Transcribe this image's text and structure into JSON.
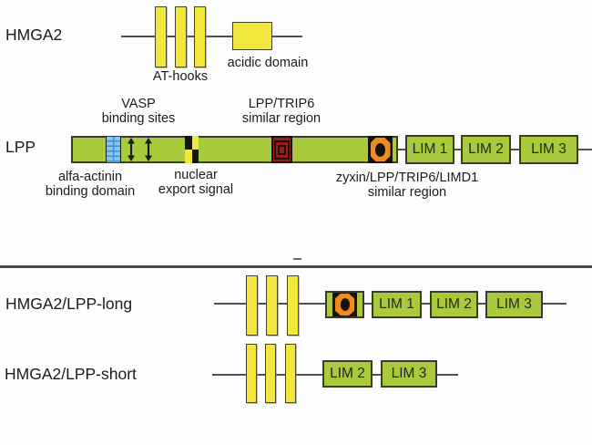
{
  "hmga2": {
    "label": "HMGA2",
    "at_hooks": "AT-hooks",
    "acidic_domain": "acidic domain"
  },
  "lpp": {
    "label": "LPP",
    "vasp": [
      "VASP",
      "binding sites"
    ],
    "lpp_trip6": [
      "LPP/TRIP6",
      "similar region"
    ],
    "alfa_actinin": [
      "alfa-actinin",
      "binding domain"
    ],
    "nes": [
      "nuclear",
      "export signal"
    ],
    "zyxin": [
      "zyxin/LPP/TRIP6/LIMD1",
      "similar region"
    ],
    "lims": [
      "LIM 1",
      "LIM 2",
      "LIM 3"
    ]
  },
  "fusion_long": {
    "label": "HMGA2/LPP-long",
    "lims": [
      "LIM 1",
      "LIM 2",
      "LIM 3"
    ]
  },
  "fusion_short": {
    "label": "HMGA2/LPP-short",
    "lims": [
      "LIM 2",
      "LIM 3"
    ]
  },
  "colors": {
    "domain_yellow": "#F2E73C",
    "domain_green": "#A9CB3B",
    "actinin_blue_light": "#85C8EA",
    "actinin_blue_dark": "#3E90D0",
    "trip6_red": "#9C1C1C",
    "zyxin_orange": "#F18A1F",
    "backbone_line": "#4F4F4F"
  }
}
